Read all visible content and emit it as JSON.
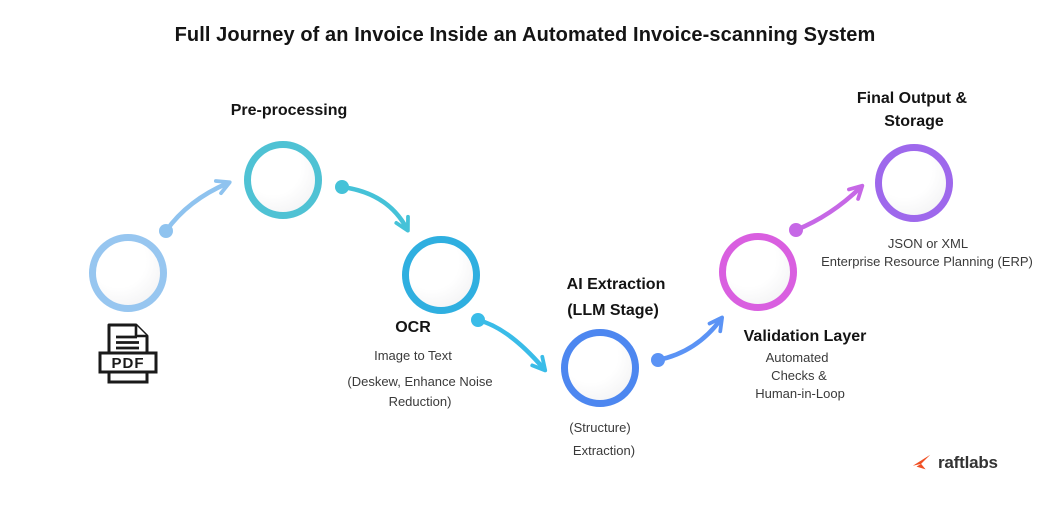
{
  "title": "Full Journey of an Invoice Inside an Automated Invoice-scanning System",
  "stages": [
    {
      "name": "pdf-input",
      "badge": "PDF",
      "color": "#97C6F0"
    },
    {
      "name": "pre-processing",
      "title": "Pre-processing",
      "color": "#4FC2D4"
    },
    {
      "name": "ocr",
      "title": "OCR",
      "sub1": "Image to Text",
      "sub2": "(Deskew, Enhance Noise",
      "sub3": "Reduction)",
      "color": "#2FAFE0"
    },
    {
      "name": "ai-extraction",
      "title1": "AI Extraction",
      "title2": "(LLM Stage)",
      "sub1": "(Structure)",
      "sub2": "Extraction)",
      "color": "#4D87F0"
    },
    {
      "name": "validation-layer",
      "title": "Validation Layer",
      "sub1": "Automated",
      "sub2": "Checks &",
      "sub3": "Human-in-Loop",
      "color": "#D95FE0"
    },
    {
      "name": "final-output-storage",
      "title1": "Final Output &",
      "title2": "Storage",
      "sub1": "JSON or XML",
      "sub2": "Enterprise Resource Planning (ERP)",
      "color": "#9E68EC"
    }
  ],
  "arrows": [
    {
      "from": "pdf-input",
      "to": "pre-processing",
      "color": "#8FC3EF"
    },
    {
      "from": "pre-processing",
      "to": "ocr",
      "color": "#45C2D8"
    },
    {
      "from": "ocr",
      "to": "ai-extraction",
      "color": "#3ABCE8"
    },
    {
      "from": "ai-extraction",
      "to": "validation-layer",
      "color": "#5B93F5"
    },
    {
      "from": "validation-layer",
      "to": "final-output-storage",
      "color": "#C668E6"
    }
  ],
  "logo": {
    "text": "raftlabs",
    "icon_color": "#F04F23"
  }
}
